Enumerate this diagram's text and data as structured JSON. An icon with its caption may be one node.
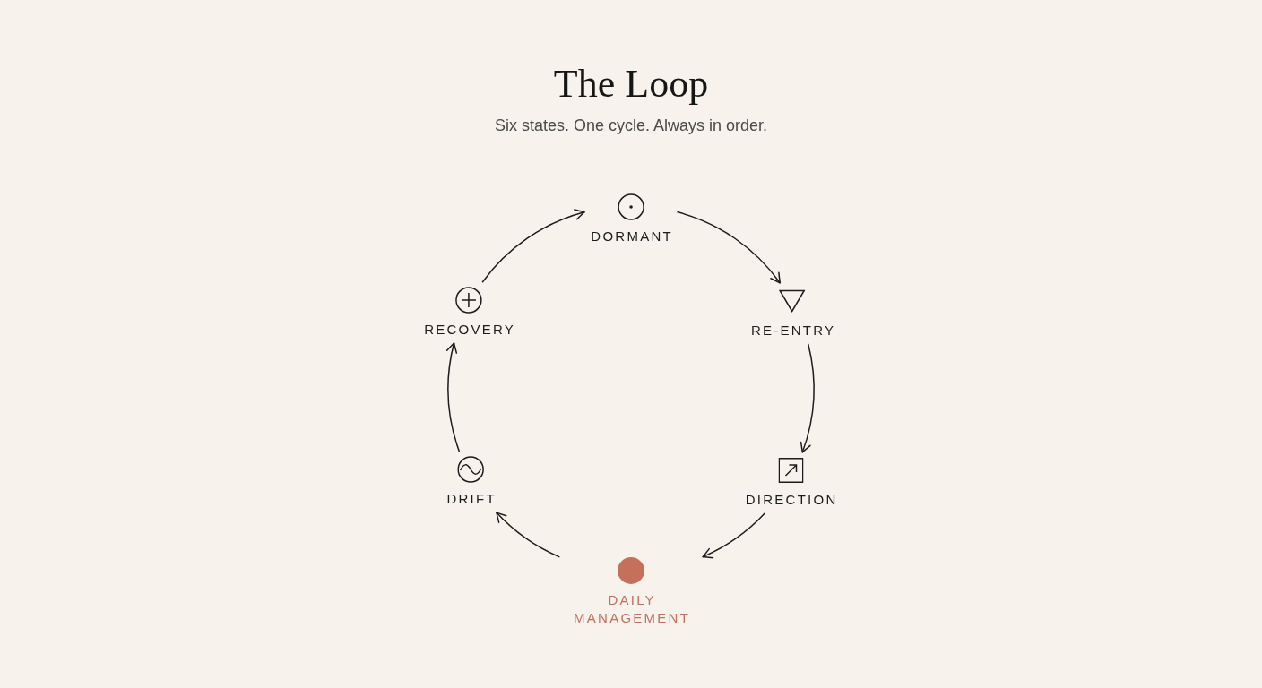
{
  "diagram": {
    "title": "The Loop",
    "nodes": [
      {
        "text": [
          "DORMANT"
        ]
      },
      {
        "text": [
          "RE-ENTRY"
        ]
      },
      {
        "text": [
          "DIRECTION"
        ]
      },
      {
        "text": [
          "DAILY MANAGEMENT"
        ]
      },
      {
        "text": [
          "DRIFT"
        ]
      },
      {
        "text": [
          "RECOVERY"
        ]
      }
    ],
    "edges": [
      {
        "from": 0,
        "to": 1,
        "arrow": "to"
      },
      {
        "from": 1,
        "to": 2,
        "arrow": "to"
      },
      {
        "from": 2,
        "to": 3,
        "arrow": "to"
      },
      {
        "from": 3,
        "to": 4,
        "arrow": "to"
      },
      {
        "from": 4,
        "to": 5,
        "arrow": "to"
      },
      {
        "from": 5,
        "to": 0,
        "arrow": "to"
      }
    ],
    "labels": [
      "Six states. One cycle. Always in order."
    ]
  }
}
